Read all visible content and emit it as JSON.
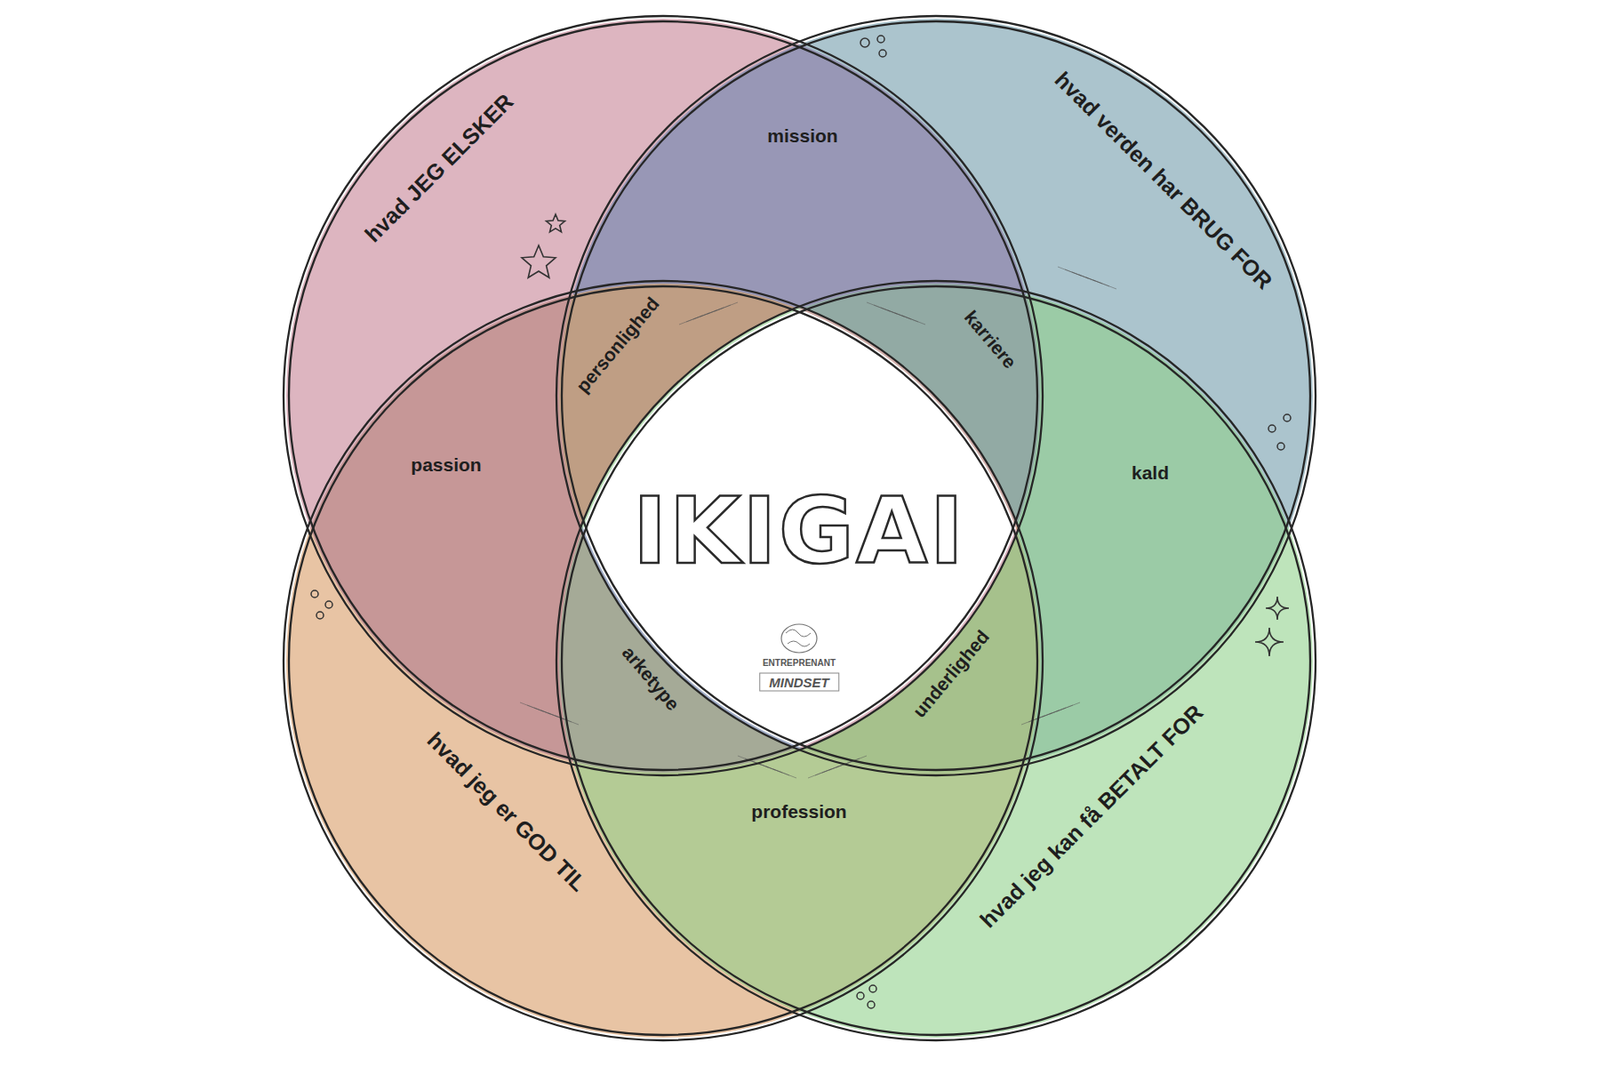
{
  "diagram": {
    "title": "IKIGAI",
    "nodes": [
      {
        "text": [
          "hvad JEG ELSKER"
        ]
      },
      {
        "text": [
          "hvad verden har BRUG FOR"
        ]
      },
      {
        "text": [
          "hvad jeg er GOD TIL"
        ]
      },
      {
        "text": [
          "hvad jeg kan få BETALT FOR"
        ]
      }
    ],
    "labels": [
      "mission",
      "personlighed",
      "karriere",
      "passion",
      "kald",
      "arketype",
      "underlighed",
      "profession",
      "ENTREPRENANT",
      "MINDSET"
    ]
  }
}
